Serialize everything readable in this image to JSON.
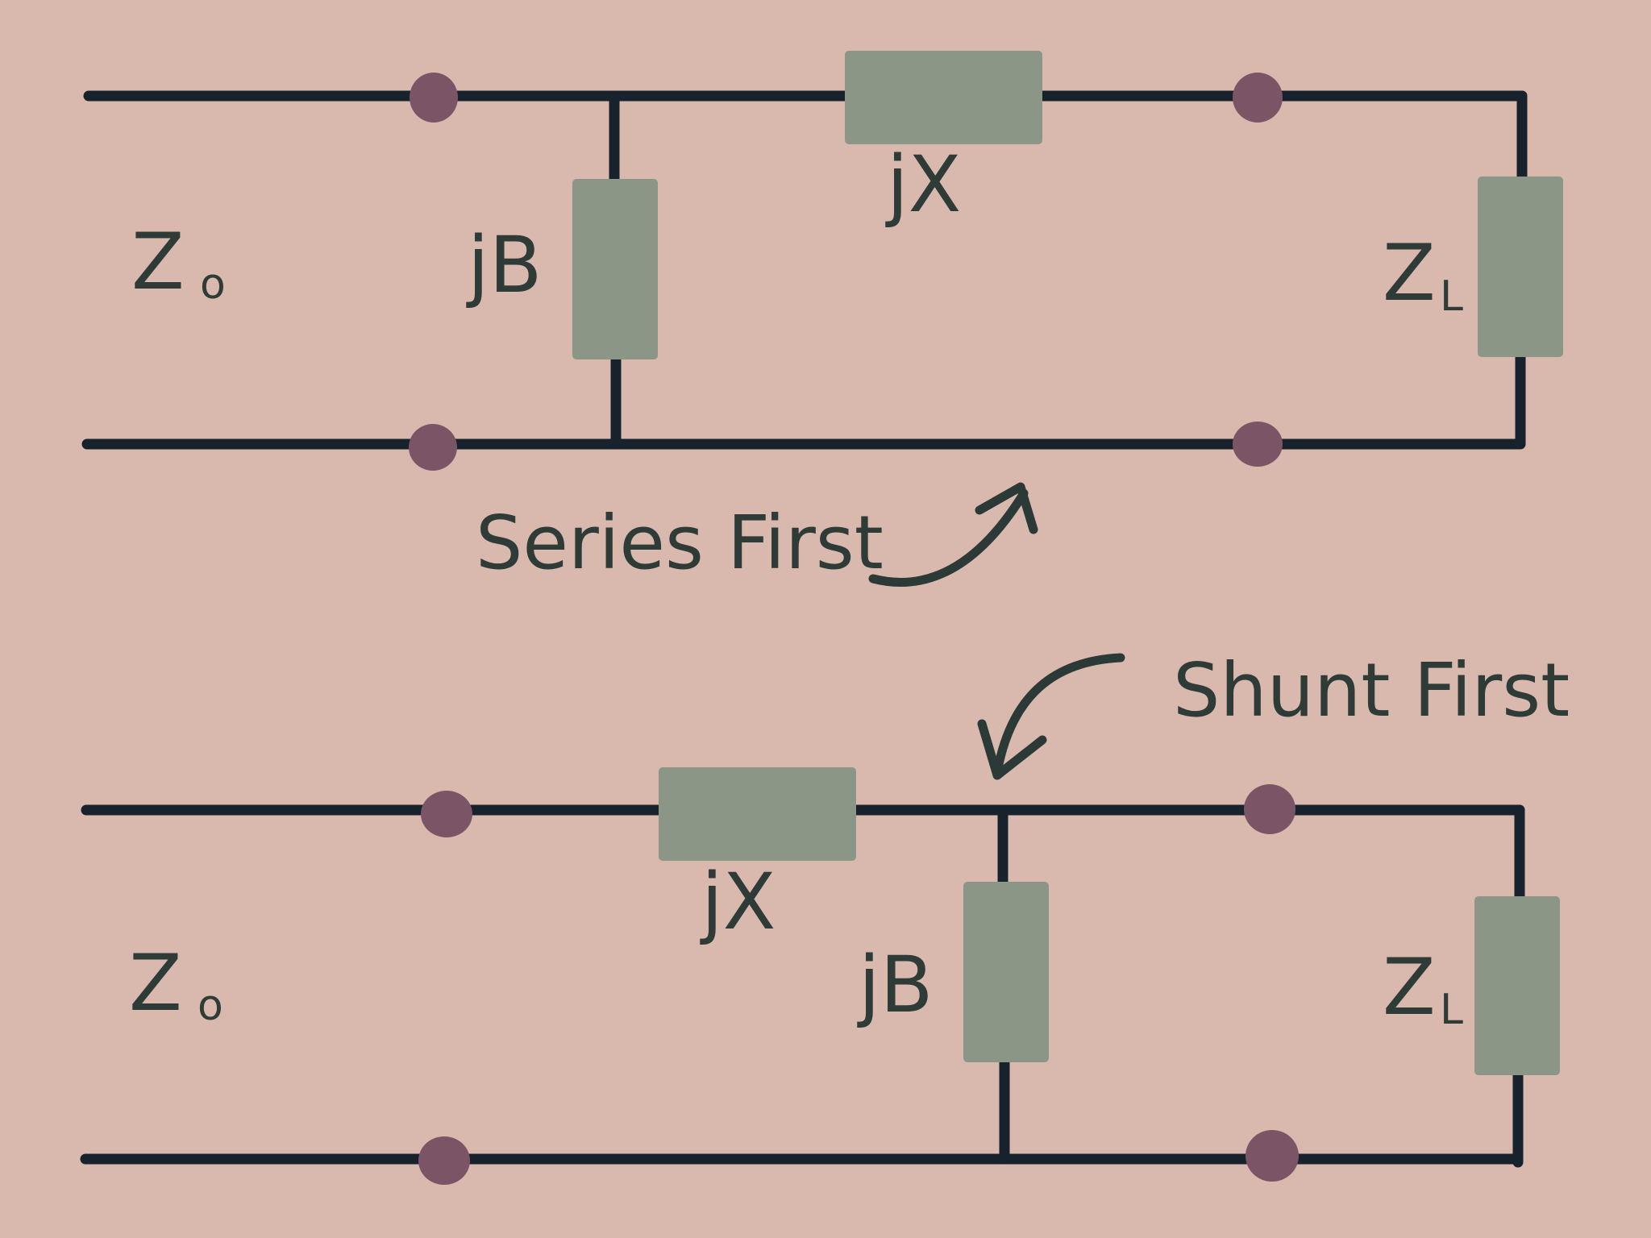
{
  "colors": {
    "background": "#d9b9ae",
    "wire": "#17222c",
    "component": "#8b9686",
    "terminal": "#7b5565",
    "arrow": "#2b3a36",
    "text": "#2e3b37"
  },
  "top_circuit": {
    "source_label_main": "Z",
    "source_label_sub": "o",
    "shunt_label": "jB",
    "series_label": "jX",
    "load_label_main": "Z",
    "load_label_sub": "L"
  },
  "bottom_circuit": {
    "source_label_main": "Z",
    "source_label_sub": "o",
    "series_label": "jX",
    "shunt_label": "jB",
    "load_label_main": "Z",
    "load_label_sub": "L"
  },
  "annotations": {
    "series_first": "Series First",
    "shunt_first": "Shunt First"
  }
}
